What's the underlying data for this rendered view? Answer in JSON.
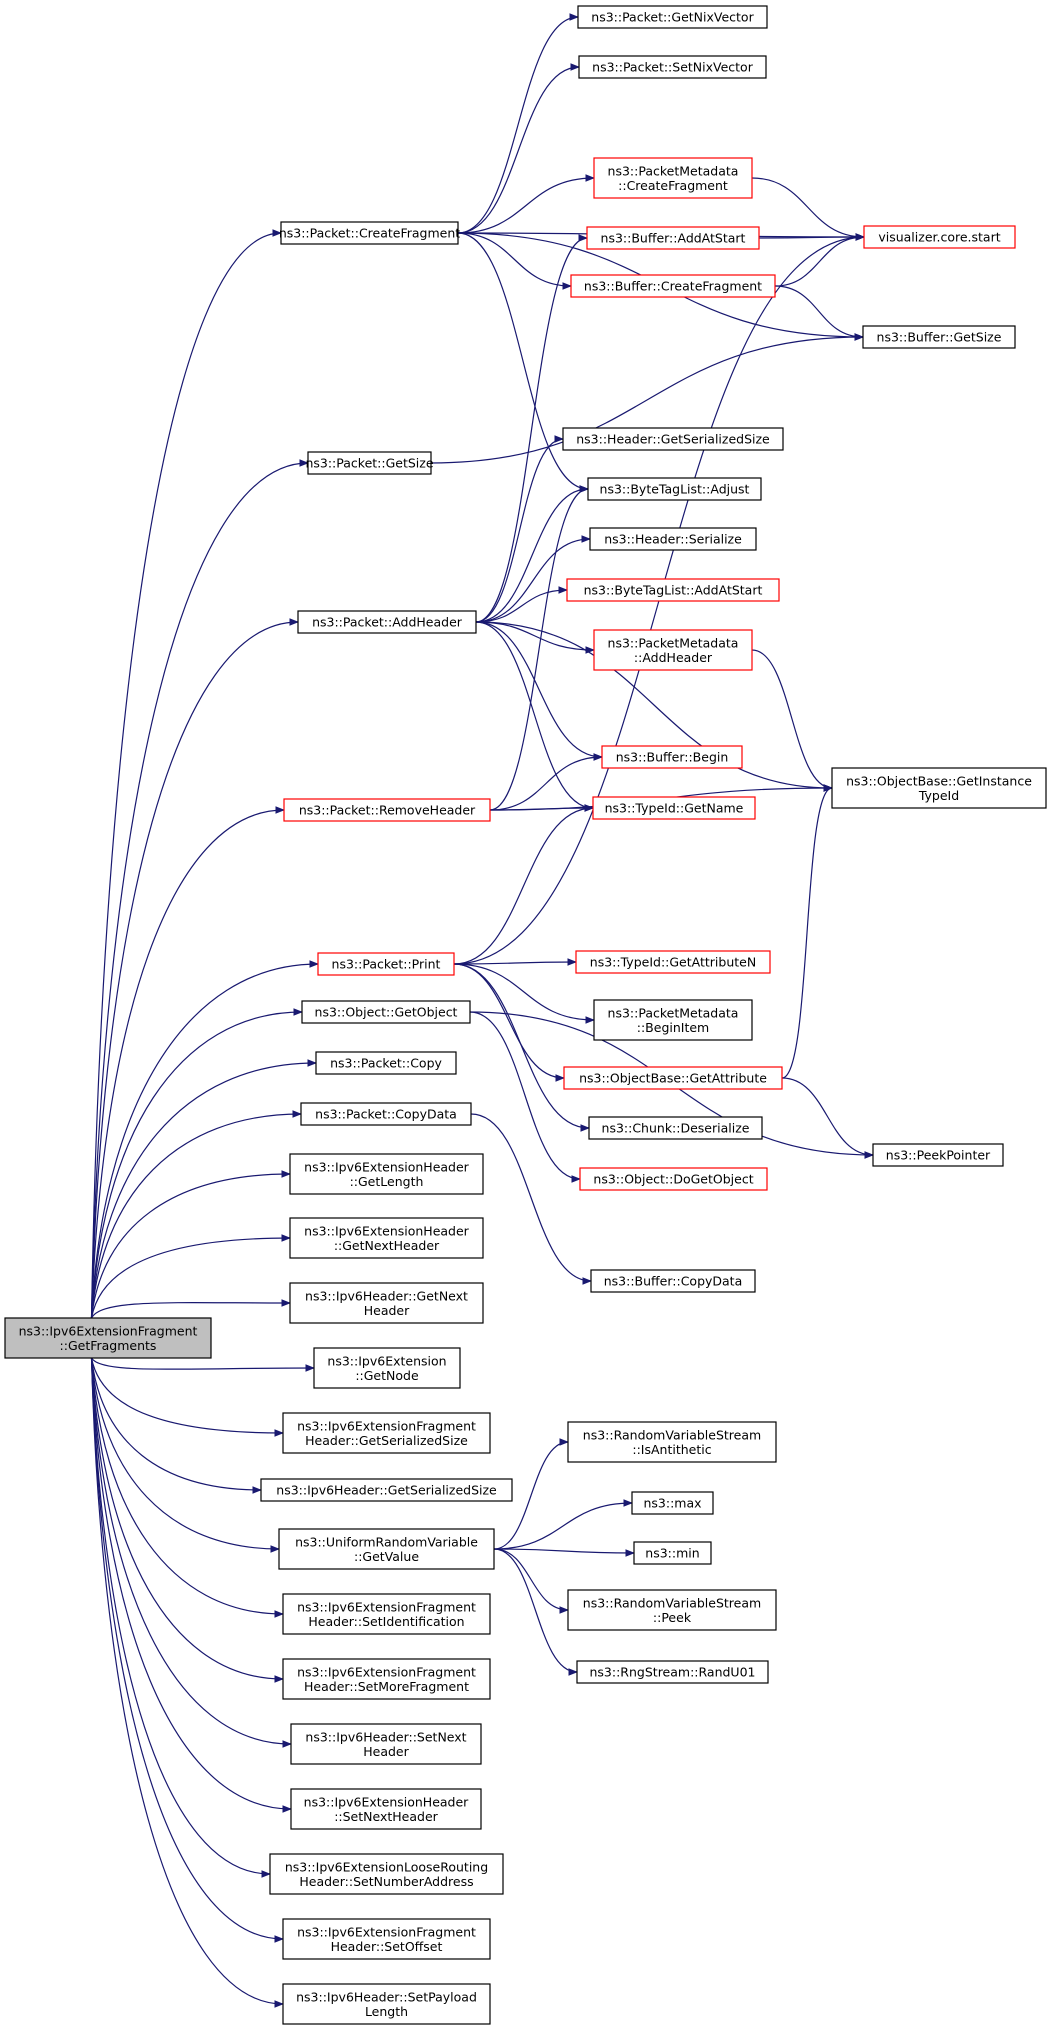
{
  "colors": {
    "edge": "#191970",
    "border_normal": "#000000",
    "border_truncated": "#ff0000",
    "root_fill": "#bfbfbf",
    "node_fill": "#ffffff"
  },
  "nodes": [
    {
      "id": "root",
      "lines": [
        "ns3::Ipv6ExtensionFragment",
        "::GetFragments"
      ],
      "kind": "root"
    },
    {
      "id": "createFragment",
      "lines": [
        "ns3::Packet::CreateFragment"
      ],
      "kind": "normal"
    },
    {
      "id": "getSize",
      "lines": [
        "ns3::Packet::GetSize"
      ],
      "kind": "normal"
    },
    {
      "id": "addHeader",
      "lines": [
        "ns3::Packet::AddHeader"
      ],
      "kind": "normal"
    },
    {
      "id": "removeHeader",
      "lines": [
        "ns3::Packet::RemoveHeader"
      ],
      "kind": "truncated"
    },
    {
      "id": "print",
      "lines": [
        "ns3::Packet::Print"
      ],
      "kind": "truncated"
    },
    {
      "id": "getObject",
      "lines": [
        "ns3::Object::GetObject"
      ],
      "kind": "normal"
    },
    {
      "id": "copy",
      "lines": [
        "ns3::Packet::Copy"
      ],
      "kind": "normal"
    },
    {
      "id": "copyData",
      "lines": [
        "ns3::Packet::CopyData"
      ],
      "kind": "normal"
    },
    {
      "id": "extGetLength",
      "lines": [
        "ns3::Ipv6ExtensionHeader",
        "::GetLength"
      ],
      "kind": "normal"
    },
    {
      "id": "extGetNextHeader",
      "lines": [
        "ns3::Ipv6ExtensionHeader",
        "::GetNextHeader"
      ],
      "kind": "normal"
    },
    {
      "id": "ipv6GetNextHeader",
      "lines": [
        "ns3::Ipv6Header::GetNext",
        "Header"
      ],
      "kind": "normal"
    },
    {
      "id": "extGetNode",
      "lines": [
        "ns3::Ipv6Extension",
        "::GetNode"
      ],
      "kind": "normal"
    },
    {
      "id": "fragGetSerSize",
      "lines": [
        "ns3::Ipv6ExtensionFragment",
        "Header::GetSerializedSize"
      ],
      "kind": "normal"
    },
    {
      "id": "ipv6GetSerSize",
      "lines": [
        "ns3::Ipv6Header::GetSerializedSize"
      ],
      "kind": "normal"
    },
    {
      "id": "uniformGetValue",
      "lines": [
        "ns3::UniformRandomVariable",
        "::GetValue"
      ],
      "kind": "normal"
    },
    {
      "id": "fragSetIdent",
      "lines": [
        "ns3::Ipv6ExtensionFragment",
        "Header::SetIdentification"
      ],
      "kind": "normal"
    },
    {
      "id": "fragSetMore",
      "lines": [
        "ns3::Ipv6ExtensionFragment",
        "Header::SetMoreFragment"
      ],
      "kind": "normal"
    },
    {
      "id": "ipv6SetNext",
      "lines": [
        "ns3::Ipv6Header::SetNext",
        "Header"
      ],
      "kind": "normal"
    },
    {
      "id": "extSetNextHeader",
      "lines": [
        "ns3::Ipv6ExtensionHeader",
        "::SetNextHeader"
      ],
      "kind": "normal"
    },
    {
      "id": "looseSetNumAddr",
      "lines": [
        "ns3::Ipv6ExtensionLooseRouting",
        "Header::SetNumberAddress"
      ],
      "kind": "normal"
    },
    {
      "id": "fragSetOffset",
      "lines": [
        "ns3::Ipv6ExtensionFragment",
        "Header::SetOffset"
      ],
      "kind": "normal"
    },
    {
      "id": "ipv6SetPayload",
      "lines": [
        "ns3::Ipv6Header::SetPayload",
        "Length"
      ],
      "kind": "normal"
    },
    {
      "id": "getNixVector",
      "lines": [
        "ns3::Packet::GetNixVector"
      ],
      "kind": "normal"
    },
    {
      "id": "setNixVector",
      "lines": [
        "ns3::Packet::SetNixVector"
      ],
      "kind": "normal"
    },
    {
      "id": "pmCreateFragment",
      "lines": [
        "ns3::PacketMetadata",
        "::CreateFragment"
      ],
      "kind": "truncated"
    },
    {
      "id": "bufAddAtStart",
      "lines": [
        "ns3::Buffer::AddAtStart"
      ],
      "kind": "truncated"
    },
    {
      "id": "bufCreateFragment",
      "lines": [
        "ns3::Buffer::CreateFragment"
      ],
      "kind": "truncated"
    },
    {
      "id": "hdrGetSerSize",
      "lines": [
        "ns3::Header::GetSerializedSize"
      ],
      "kind": "normal"
    },
    {
      "id": "btlAdjust",
      "lines": [
        "ns3::ByteTagList::Adjust"
      ],
      "kind": "normal"
    },
    {
      "id": "hdrSerialize",
      "lines": [
        "ns3::Header::Serialize"
      ],
      "kind": "normal"
    },
    {
      "id": "btlAddAtStart",
      "lines": [
        "ns3::ByteTagList::AddAtStart"
      ],
      "kind": "truncated"
    },
    {
      "id": "pmAddHeader",
      "lines": [
        "ns3::PacketMetadata",
        "::AddHeader"
      ],
      "kind": "truncated"
    },
    {
      "id": "bufBegin",
      "lines": [
        "ns3::Buffer::Begin"
      ],
      "kind": "truncated"
    },
    {
      "id": "typeIdGetName",
      "lines": [
        "ns3::TypeId::GetName"
      ],
      "kind": "truncated"
    },
    {
      "id": "typeIdGetAttrN",
      "lines": [
        "ns3::TypeId::GetAttributeN"
      ],
      "kind": "truncated"
    },
    {
      "id": "pmBeginItem",
      "lines": [
        "ns3::PacketMetadata",
        "::BeginItem"
      ],
      "kind": "normal"
    },
    {
      "id": "obGetAttribute",
      "lines": [
        "ns3::ObjectBase::GetAttribute"
      ],
      "kind": "truncated"
    },
    {
      "id": "chunkDeserialize",
      "lines": [
        "ns3::Chunk::Deserialize"
      ],
      "kind": "normal"
    },
    {
      "id": "objDoGetObject",
      "lines": [
        "ns3::Object::DoGetObject"
      ],
      "kind": "truncated"
    },
    {
      "id": "bufCopyData",
      "lines": [
        "ns3::Buffer::CopyData"
      ],
      "kind": "normal"
    },
    {
      "id": "rvsIsAntithetic",
      "lines": [
        "ns3::RandomVariableStream",
        "::IsAntithetic"
      ],
      "kind": "normal"
    },
    {
      "id": "max",
      "lines": [
        "ns3::max"
      ],
      "kind": "normal"
    },
    {
      "id": "min",
      "lines": [
        "ns3::min"
      ],
      "kind": "normal"
    },
    {
      "id": "rvsPeek",
      "lines": [
        "ns3::RandomVariableStream",
        "::Peek"
      ],
      "kind": "normal"
    },
    {
      "id": "rngRandU01",
      "lines": [
        "ns3::RngStream::RandU01"
      ],
      "kind": "normal"
    },
    {
      "id": "vizStart",
      "lines": [
        "visualizer.core.start"
      ],
      "kind": "truncated"
    },
    {
      "id": "bufGetSize",
      "lines": [
        "ns3::Buffer::GetSize"
      ],
      "kind": "normal"
    },
    {
      "id": "obGetInstanceTypeId",
      "lines": [
        "ns3::ObjectBase::GetInstance",
        "TypeId"
      ],
      "kind": "normal"
    },
    {
      "id": "peekPointer",
      "lines": [
        "ns3::PeekPointer"
      ],
      "kind": "normal"
    }
  ],
  "edges": [
    [
      "root",
      "createFragment"
    ],
    [
      "root",
      "getSize"
    ],
    [
      "root",
      "addHeader"
    ],
    [
      "root",
      "removeHeader"
    ],
    [
      "root",
      "print"
    ],
    [
      "root",
      "getObject"
    ],
    [
      "root",
      "copy"
    ],
    [
      "root",
      "copyData"
    ],
    [
      "root",
      "extGetLength"
    ],
    [
      "root",
      "extGetNextHeader"
    ],
    [
      "root",
      "ipv6GetNextHeader"
    ],
    [
      "root",
      "extGetNode"
    ],
    [
      "root",
      "fragGetSerSize"
    ],
    [
      "root",
      "ipv6GetSerSize"
    ],
    [
      "root",
      "uniformGetValue"
    ],
    [
      "root",
      "fragSetIdent"
    ],
    [
      "root",
      "fragSetMore"
    ],
    [
      "root",
      "ipv6SetNext"
    ],
    [
      "root",
      "extSetNextHeader"
    ],
    [
      "root",
      "looseSetNumAddr"
    ],
    [
      "root",
      "fragSetOffset"
    ],
    [
      "root",
      "ipv6SetPayload"
    ],
    [
      "createFragment",
      "getNixVector"
    ],
    [
      "createFragment",
      "setNixVector"
    ],
    [
      "createFragment",
      "vizStart"
    ],
    [
      "createFragment",
      "pmCreateFragment"
    ],
    [
      "createFragment",
      "bufCreateFragment"
    ],
    [
      "createFragment",
      "bufGetSize"
    ],
    [
      "createFragment",
      "btlAdjust"
    ],
    [
      "pmCreateFragment",
      "vizStart"
    ],
    [
      "bufAddAtStart",
      "vizStart"
    ],
    [
      "bufCreateFragment",
      "vizStart"
    ],
    [
      "bufCreateFragment",
      "bufGetSize"
    ],
    [
      "getSize",
      "bufGetSize"
    ],
    [
      "addHeader",
      "bufAddAtStart"
    ],
    [
      "addHeader",
      "hdrGetSerSize"
    ],
    [
      "addHeader",
      "btlAdjust"
    ],
    [
      "addHeader",
      "hdrSerialize"
    ],
    [
      "addHeader",
      "btlAddAtStart"
    ],
    [
      "addHeader",
      "pmAddHeader"
    ],
    [
      "addHeader",
      "bufBegin"
    ],
    [
      "addHeader",
      "typeIdGetName"
    ],
    [
      "addHeader",
      "obGetInstanceTypeId"
    ],
    [
      "pmAddHeader",
      "obGetInstanceTypeId"
    ],
    [
      "removeHeader",
      "btlAdjust"
    ],
    [
      "removeHeader",
      "bufBegin"
    ],
    [
      "removeHeader",
      "typeIdGetName"
    ],
    [
      "removeHeader",
      "obGetInstanceTypeId"
    ],
    [
      "print",
      "vizStart"
    ],
    [
      "print",
      "typeIdGetName"
    ],
    [
      "print",
      "typeIdGetAttrN"
    ],
    [
      "print",
      "pmBeginItem"
    ],
    [
      "print",
      "obGetAttribute"
    ],
    [
      "print",
      "chunkDeserialize"
    ],
    [
      "obGetAttribute",
      "obGetInstanceTypeId"
    ],
    [
      "obGetAttribute",
      "peekPointer"
    ],
    [
      "getObject",
      "objDoGetObject"
    ],
    [
      "getObject",
      "peekPointer"
    ],
    [
      "copyData",
      "bufCopyData"
    ],
    [
      "uniformGetValue",
      "rvsIsAntithetic"
    ],
    [
      "uniformGetValue",
      "max"
    ],
    [
      "uniformGetValue",
      "min"
    ],
    [
      "uniformGetValue",
      "rvsPeek"
    ],
    [
      "uniformGetValue",
      "rngRandU01"
    ]
  ]
}
